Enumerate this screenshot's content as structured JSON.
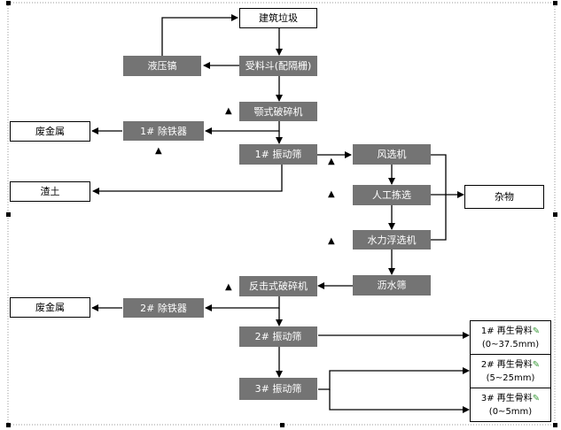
{
  "nodes": {
    "construction_waste": "建筑垃圾",
    "hopper": "受料斗(配隔栅)",
    "hydraulic_hammer": "液压镐",
    "jaw_crusher": "颚式破碎机",
    "iron_remover_1": "1# 除铁器",
    "scrap_metal_1": "废金属",
    "screen_1": "1# 振动筛",
    "soil": "渣土",
    "air_separator": "风选机",
    "manual_sorting": "人工拣选",
    "debris": "杂物",
    "water_flotation": "水力浮选机",
    "dewatering_screen": "沥水筛",
    "impact_crusher": "反击式破碎机",
    "iron_remover_2": "2# 除铁器",
    "scrap_metal_2": "废金属",
    "screen_2": "2# 振动筛",
    "screen_3": "3# 振动筛"
  },
  "products": [
    {
      "name": "1# 再生骨料",
      "range": "(0~37.5mm)"
    },
    {
      "name": "2# 再生骨料",
      "range": "(5~25mm)"
    },
    {
      "name": "3# 再生骨料",
      "range": "(0~5mm)"
    }
  ],
  "markers": {
    "triangle": "▲",
    "pencil": "✎"
  },
  "colors": {
    "process": "#747474",
    "output_border": "#000000",
    "arrow": "#000000",
    "pencil": "#3a9a3a"
  }
}
